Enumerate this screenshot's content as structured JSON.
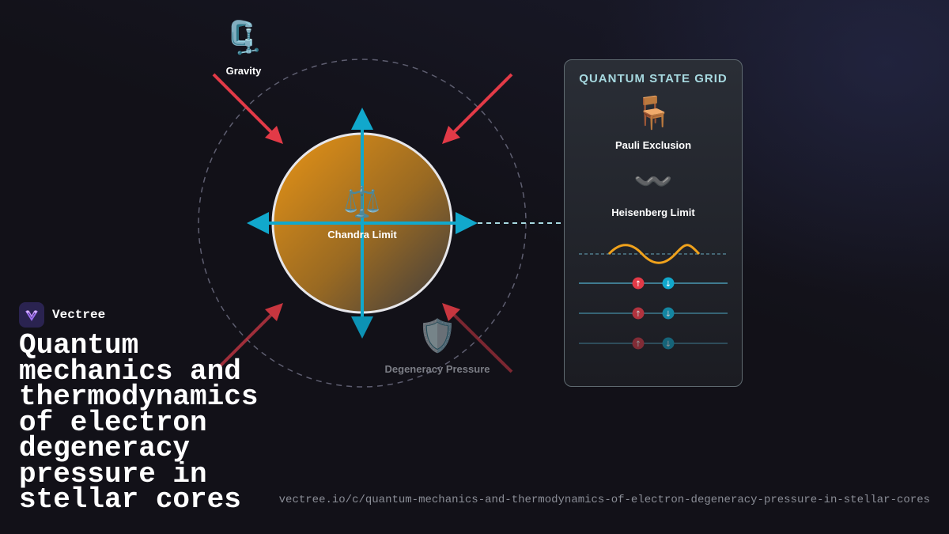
{
  "diagram": {
    "gravity": {
      "icon": "🗜️",
      "label": "Gravity"
    },
    "core": {
      "icon": "⚖️",
      "label": "Chandra Limit"
    },
    "pressure": {
      "icon": "🛡️",
      "label": "Degeneracy Pressure"
    },
    "colors": {
      "inward_arrow": "#e23a47",
      "outward_arrow": "#11a8cc",
      "sphere_start": "#e89416",
      "sphere_end": "#3b3b40",
      "orbit": "#6a6a7a"
    }
  },
  "panel": {
    "title": "QUANTUM STATE GRID",
    "items": [
      {
        "icon": "🪑",
        "label": "Pauli Exclusion"
      },
      {
        "icon": "〰️",
        "label": "Heisenberg Limit"
      }
    ],
    "wave_color": "#f0a21c",
    "spin_rows": [
      {
        "up": "↑",
        "down": "↓",
        "opacity": 1.0
      },
      {
        "up": "↑",
        "down": "↓",
        "opacity": 0.75
      },
      {
        "up": "↑",
        "down": "↓",
        "opacity": 0.5
      }
    ],
    "up_color": "#e23a47",
    "down_color": "#11a8cc"
  },
  "brand": {
    "name": "Vectree"
  },
  "title": "Quantum mechanics and thermodynamics of electron degeneracy pressure in stellar cores",
  "url": "vectree.io/c/quantum-mechanics-and-thermodynamics-of-electron-degeneracy-pressure-in-stellar-cores"
}
